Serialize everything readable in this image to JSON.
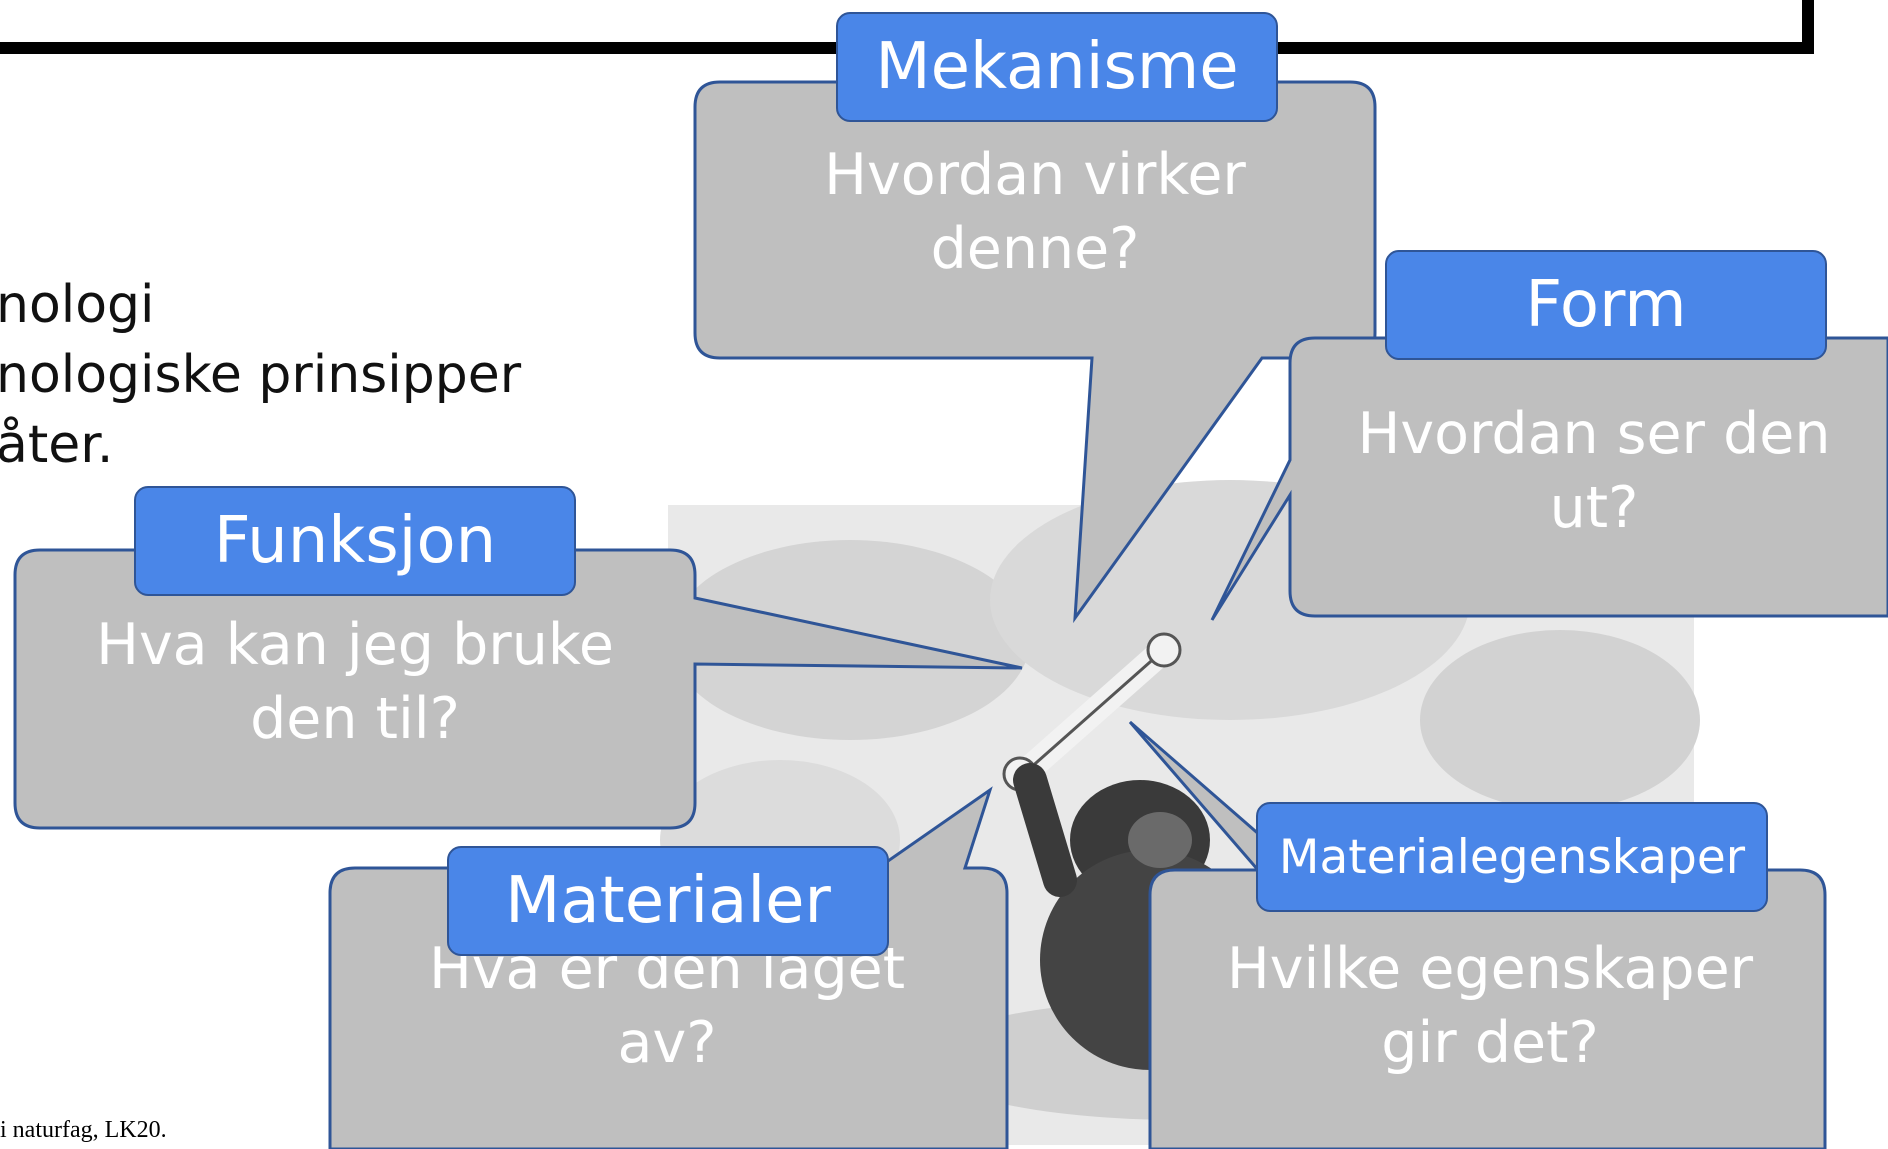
{
  "body_lines": [
    "nologi",
    "nologiske prinsipper",
    "åter."
  ],
  "footnote": "i naturfag, LK20.",
  "bubbles": {
    "mekanisme": {
      "tag": "Mekanisme",
      "question_1": "Hvordan virker",
      "question_2": "denne?"
    },
    "form": {
      "tag": "Form",
      "question_1": "Hvordan ser den",
      "question_2": "ut?"
    },
    "funksjon": {
      "tag": "Funksjon",
      "question_1": "Hva kan jeg bruke",
      "question_2": "den til?"
    },
    "materialer": {
      "tag": "Materialer",
      "question_1": "Hva er den laget",
      "question_2": "av?"
    },
    "materialegenskaper": {
      "tag": "Materialegenskaper",
      "question_1": "Hvilke egenskaper",
      "question_2": "gir det?"
    }
  },
  "illustration": "ape-with-bone-illustration",
  "colors": {
    "tag_fill": "#4a86e8",
    "bubble_fill": "#bfbfbf",
    "bubble_stroke": "#2f5597"
  }
}
